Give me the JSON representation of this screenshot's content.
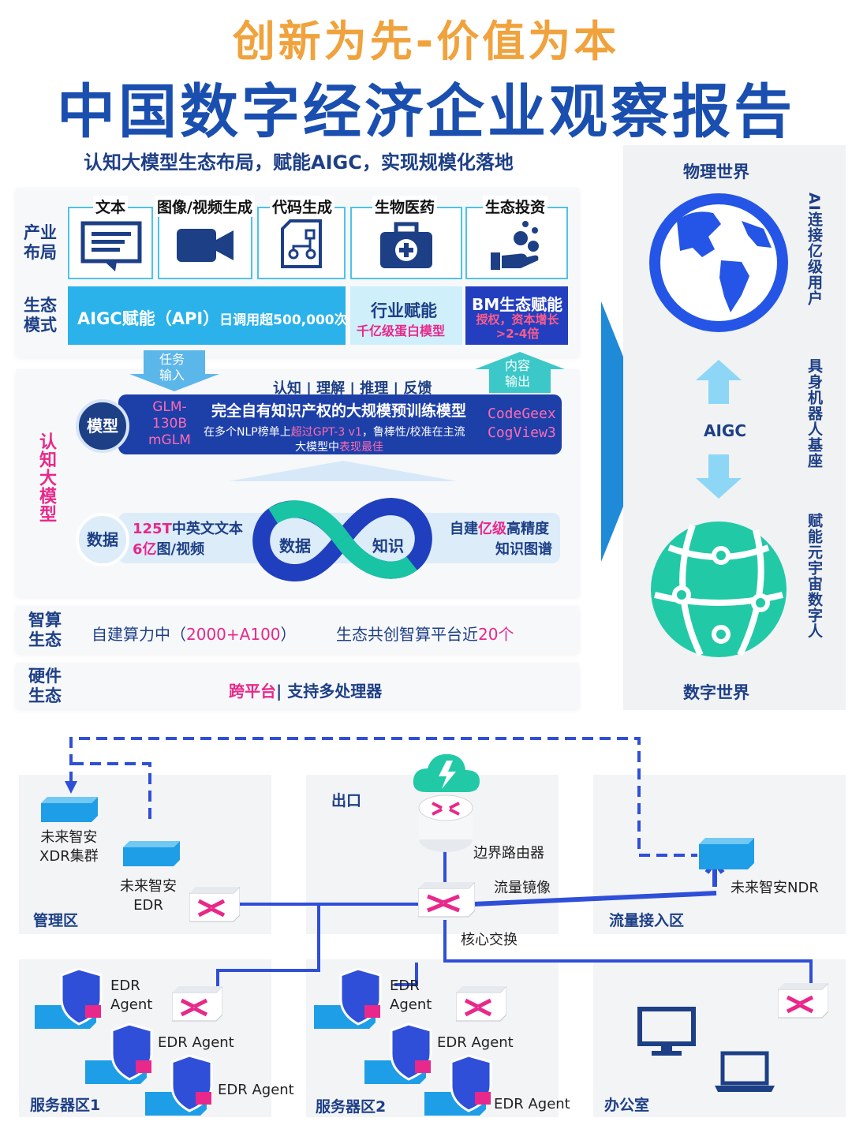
{
  "header": {
    "title_top": "创新为先-价值为本",
    "title_main": "中国数字经济企业观察报告",
    "subtitle": "认知大模型生态布局，赋能AIGC，实现规模化落地"
  },
  "layout_rows": {
    "industry_label": "产业\n布局",
    "eco_label": "生态\n模式",
    "categories": [
      "文本",
      "图像/视频生成",
      "代码生成",
      "生物医药",
      "生态投资"
    ],
    "aigc_bar": {
      "main": "AIGC赋能（API）",
      "detail": "日调用超500,000次"
    },
    "industry_bar": {
      "main": "行业赋能",
      "detail": "千亿级蛋白模型"
    },
    "bm_bar": {
      "main": "BM生态赋能",
      "detail": "授权，资本增长>2-4倍"
    }
  },
  "cognitive": {
    "side_label": "认知大模型",
    "task_input": "任务\n输入",
    "content_output": "内容\n输出",
    "chain": "认知 | 理解 | 推理 | 反馈",
    "model_label": "模型",
    "glm": "GLM-\n130B\nmGLM",
    "model_title": "完全自有知识产权的大规模预训练模型",
    "model_desc_1": "在多个NLP榜单上",
    "model_desc_hl": "超过GPT-3 v1",
    "model_desc_2": "，鲁棒性/校准在主流",
    "model_desc_3": "大模型中",
    "model_desc_hl2": "表现最佳",
    "codegeex": "CodeGeex",
    "cogview": "CogView3",
    "data_label": "数据",
    "data_left_1a": "125T",
    "data_left_1b": "中英文文本",
    "data_left_2a": "6亿",
    "data_left_2b": "图/视频",
    "loop_left": "数据",
    "loop_right": "知识",
    "data_right_1a": "自建",
    "data_right_1b": "亿级",
    "data_right_1c": "高精度",
    "data_right_2": "知识图谱"
  },
  "compute": {
    "label": "智算\n生态",
    "item1a": "自建算力中（",
    "item1b": "2000+A100",
    "item1c": "）",
    "item2a": "生态共创智算平台近",
    "item2b": "20个"
  },
  "hardware": {
    "label": "硬件\n生态",
    "item_a": "跨平台",
    "item_b": "| 支持多处理器"
  },
  "worlds": {
    "physical": "物理世界",
    "digital": "数字世界",
    "aigc": "AIGC",
    "side1": "AI连接亿级用户",
    "side2": "具身机器人基座",
    "side3": "赋能元宇宙数字人"
  },
  "network": {
    "mgmt_zone": "管理区",
    "xdr_cluster": "未来智安\nXDR集群",
    "edr_server": "未来智安\nEDR",
    "exit_zone": "出口",
    "border_router": "边界路由器",
    "mirror": "流量镜像",
    "core_switch": "核心交换",
    "access_zone": "流量接入区",
    "ndr": "未来智安NDR",
    "server_zone1": "服务器区1",
    "server_zone2": "服务器区2",
    "office": "办公室",
    "edr_agent_split": "EDR\nAgent",
    "edr_agent": "EDR Agent"
  },
  "colors": {
    "navy": "#1d3f86",
    "orange": "#f0a23c",
    "cyan": "#2bb2ea",
    "pink": "#e8288a",
    "teal": "#19c4a4"
  }
}
